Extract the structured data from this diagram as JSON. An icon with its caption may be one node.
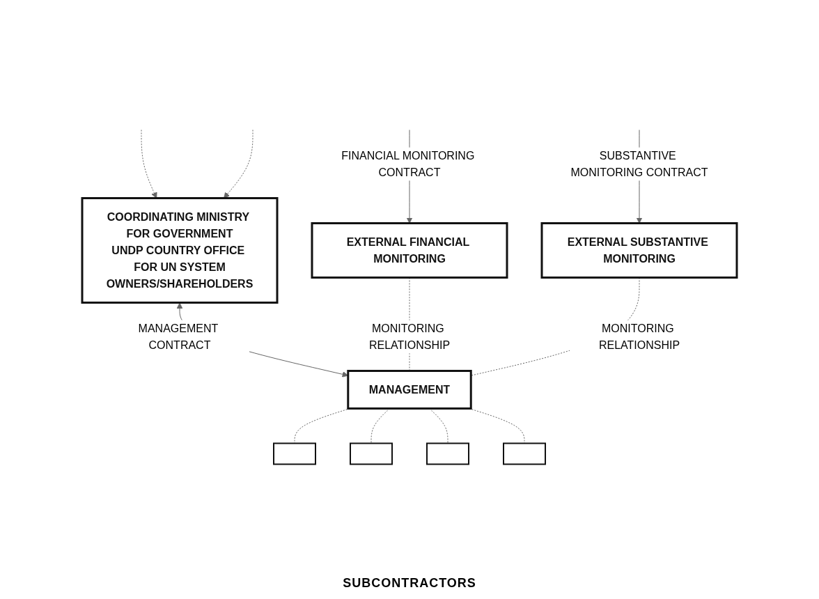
{
  "diagram": {
    "nodes": [
      {
        "text": [
          "COORDINATING MINISTRY FOR GOVERNMENT",
          "UNDP COUNTRY OFFICE FOR UN SYSTEM",
          "OWNERS/SHAREHOLDERS"
        ]
      },
      {
        "text": [
          "EXTERNAL FINANCIAL MONITORING"
        ]
      },
      {
        "text": [
          "MANAGEMENT"
        ]
      },
      {
        "text": [
          "EXTERNAL SUBSTANTIVE MONITORING"
        ]
      },
      {
        "text": [],
        "shape": "box"
      },
      {
        "text": [],
        "shape": "box"
      },
      {
        "text": [],
        "shape": "box"
      },
      {
        "text": [],
        "shape": "box"
      }
    ],
    "edges": [
      {
        "from": null,
        "to": 0,
        "arrow": "to",
        "style": "dashed"
      },
      {
        "from": null,
        "to": 0,
        "arrow": "to",
        "style": "dashed"
      },
      {
        "from": null,
        "to": 1,
        "arrow": "to",
        "label": "FINANCIAL MONITORING CONTRACT"
      },
      {
        "from": null,
        "to": 3,
        "arrow": "to",
        "label": "SUBSTANTIVE MONITORING CONTRACT"
      },
      {
        "from": 0,
        "to": 2,
        "arrow": "both",
        "label": "MANAGEMENT CONTRACT"
      },
      {
        "from": 1,
        "to": 2,
        "arrow": "none",
        "style": "dashed",
        "label": "MONITORING RELATIONSHIP"
      },
      {
        "from": 3,
        "to": 2,
        "arrow": "none",
        "style": "dashed",
        "label": "MONITORING RELATIONSHIP"
      },
      {
        "from": 2,
        "to": 4,
        "arrow": "none",
        "style": "dashed"
      },
      {
        "from": 2,
        "to": 5,
        "arrow": "none",
        "style": "dashed"
      },
      {
        "from": 2,
        "to": 6,
        "arrow": "none",
        "style": "dashed"
      },
      {
        "from": 2,
        "to": 7,
        "arrow": "none",
        "style": "dashed"
      }
    ],
    "labels": [
      "SUBCONTRACTORS"
    ]
  }
}
